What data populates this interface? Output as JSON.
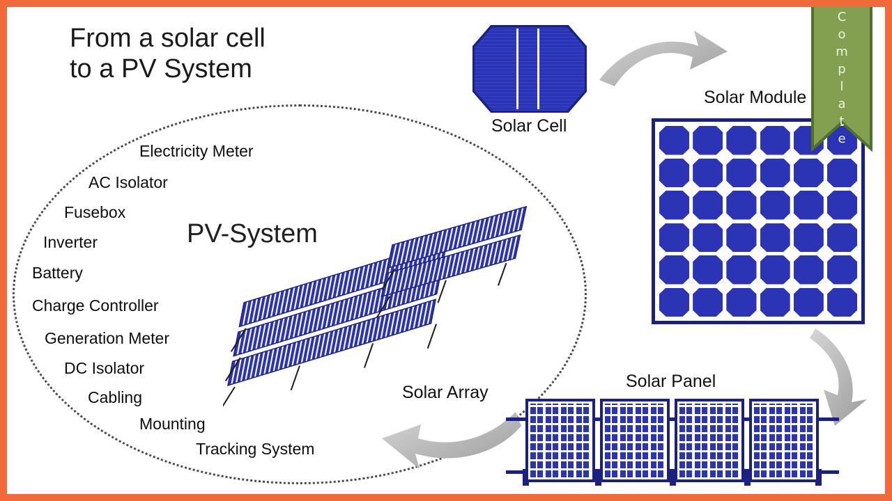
{
  "title": {
    "line1": "From a solar cell",
    "line2": "to a PV System"
  },
  "ribbon": {
    "text": "Complate"
  },
  "stages": {
    "solar_cell": "Solar Cell",
    "solar_module": "Solar Module",
    "solar_panel": "Solar Panel",
    "solar_array": "Solar Array"
  },
  "pv_system": {
    "label": "PV-System",
    "components": [
      "Electricity Meter",
      "AC Isolator",
      "Fusebox",
      "Inverter",
      "Battery",
      "Charge Controller",
      "Generation Meter",
      "DC Isolator",
      "Cabling",
      "Mounting",
      "Tracking System"
    ]
  },
  "colors": {
    "border_orange": "#f26a3c",
    "cell_blue": "#2b34b4",
    "frame_navy": "#1b2180",
    "ribbon_green": "#83a050",
    "ribbon_border": "#50702c",
    "arrow_gray": "#b3b3b3"
  }
}
